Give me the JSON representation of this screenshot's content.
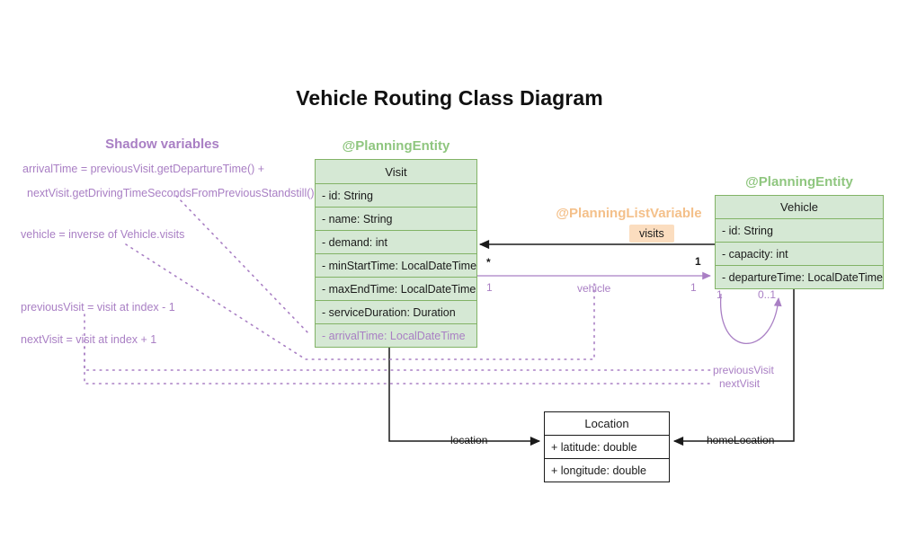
{
  "title": "Vehicle Routing Class Diagram",
  "annotations": {
    "shadow_variables_heading": "Shadow variables",
    "planning_entity_visit": "@PlanningEntity",
    "planning_entity_vehicle": "@PlanningEntity",
    "planning_list_variable": "@PlanningListVariable"
  },
  "shadow_notes": [
    "arrivalTime = previousVisit.getDepartureTime() +",
    "nextVisit.getDrivingTimeSecondsFromPreviousStandstill()",
    "vehicle = inverse of Vehicle.visits",
    "previousVisit = visit at index - 1",
    "nextVisit = visit at index + 1"
  ],
  "classes": {
    "visit": {
      "name": "Visit",
      "attributes": [
        "- id: String",
        "- name: String",
        "- demand: int",
        "- minStartTime: LocalDateTime",
        "- maxEndTime: LocalDateTime",
        "- serviceDuration: Duration"
      ],
      "shadow_attributes": [
        "- arrivalTime: LocalDateTime"
      ]
    },
    "vehicle": {
      "name": "Vehicle",
      "attributes": [
        "- id: String",
        "- capacity: int",
        "- departureTime: LocalDateTime"
      ]
    },
    "location": {
      "name": "Location",
      "attributes": [
        "+ latitude: double",
        "+ longitude: double"
      ]
    }
  },
  "edges": {
    "visits": {
      "label": "visits",
      "source_multiplicity": "1",
      "target_multiplicity": "*"
    },
    "vehicle": {
      "label": "vehicle",
      "source_multiplicity": "1",
      "target_multiplicity": "1"
    },
    "location": {
      "label": "location"
    },
    "home_location": {
      "label": "homeLocation"
    },
    "previous_visit": {
      "label": "previousVisit",
      "source_multiplicity": "1",
      "target_multiplicity": "0..1"
    },
    "next_visit": {
      "label": "nextVisit"
    }
  },
  "colors": {
    "class_fill": "#d5e8d4",
    "class_border": "#82b366",
    "shadow_purple": "#a97fc4",
    "stereotype_green": "#8fc67f",
    "stereotype_peach": "#f4c08a",
    "chip_fill": "#fbddbf",
    "edge_black": "#1a1a1a"
  }
}
